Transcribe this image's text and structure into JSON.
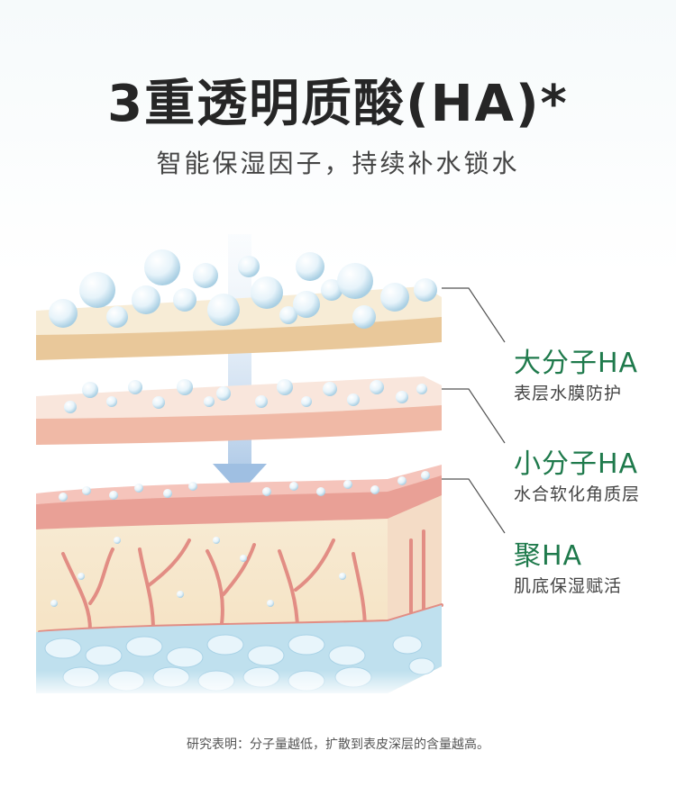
{
  "header": {
    "title": "3重透明质酸(HA)*",
    "subtitle": "智能保湿因子，持续补水锁水"
  },
  "layers": [
    {
      "name": "大分子HA",
      "desc": "表层水膜防护"
    },
    {
      "name": "小分子HA",
      "desc": "水合软化角质层"
    },
    {
      "name": "聚HA",
      "desc": "肌底保湿赋活"
    }
  ],
  "footnote": "研究表明：分子量越低，扩散到表皮深层的含量越高。",
  "colors": {
    "label_green": "#1f7a4c",
    "layer_cream": "#f5e6c8",
    "layer_pink": "#f3c9b8",
    "skin_red": "#e9a096",
    "bubble": "#cfe8f3"
  }
}
